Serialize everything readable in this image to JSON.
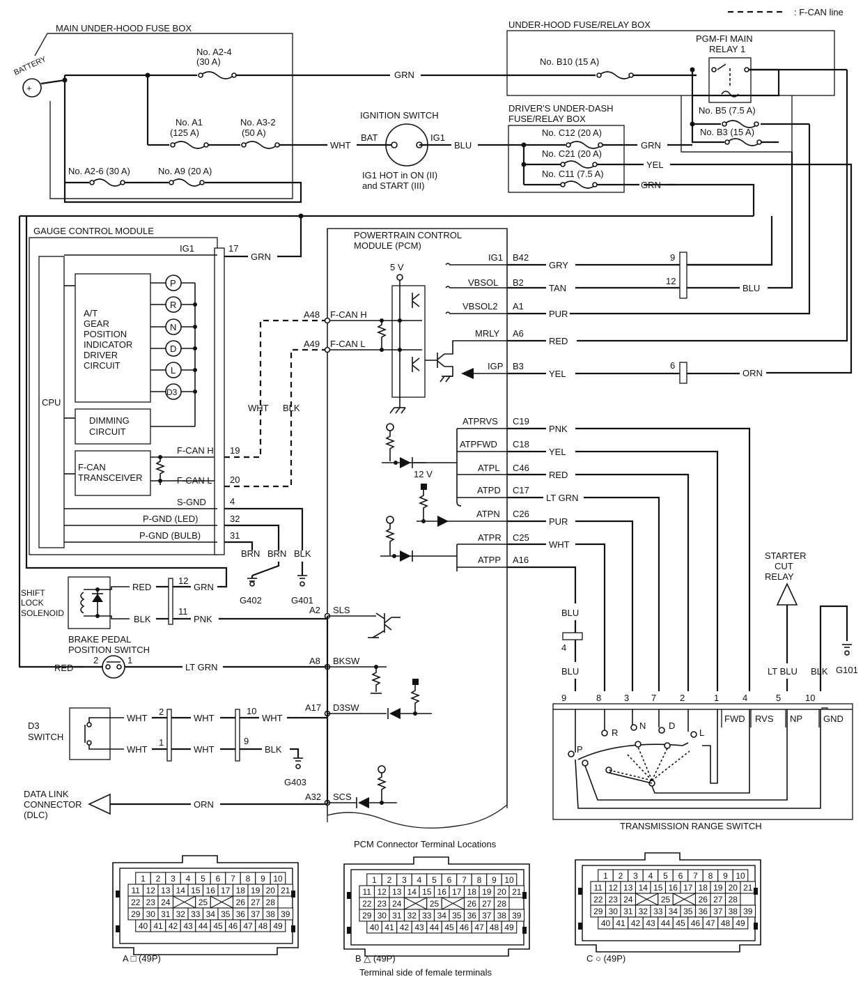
{
  "legend": {
    "line_sample": "- - - - - -",
    "text": ": F-CAN line"
  },
  "main_fuse_box": {
    "title": "MAIN UNDER-HOOD FUSE BOX",
    "battery": "BATTERY",
    "fuse_a2_4": [
      "No. A2-4",
      "(30 A)"
    ],
    "fuse_a1": [
      "No. A1",
      "(125 A)"
    ],
    "fuse_a3_2": [
      "No. A3-2",
      "(50 A)"
    ],
    "fuse_a2_6": "No. A2-6 (30 A)",
    "fuse_a9": "No. A9 (20 A)"
  },
  "ignition": {
    "title": "IGNITION SWITCH",
    "bat": "BAT",
    "ig1": "IG1",
    "note": [
      "IG1 HOT in ON (II)",
      "and START (III)"
    ]
  },
  "under_hood_relay_box": {
    "title": "UNDER-HOOD FUSE/RELAY BOX",
    "relay": [
      "PGM-FI MAIN",
      "RELAY 1"
    ],
    "fuse_b10": "No. B10 (15 A)",
    "fuse_b5": "No. B5 (7.5 A)",
    "fuse_b3": "No. B3 (15 A)"
  },
  "under_dash_box": {
    "title": [
      "DRIVER'S UNDER-DASH",
      "FUSE/RELAY BOX"
    ],
    "fuse_c12": "No. C12 (20 A)",
    "fuse_c21": "No. C21 (20 A)",
    "fuse_c11": "No. C11 (7.5 A)"
  },
  "wire_colors": {
    "grn": "GRN",
    "wht": "WHT",
    "blu": "BLU",
    "yel": "YEL",
    "gry": "GRY",
    "tan": "TAN",
    "pur": "PUR",
    "red": "RED",
    "orn": "ORN",
    "pnk": "PNK",
    "lt_grn": "LT GRN",
    "blk": "BLK",
    "brn": "BRN",
    "lt_blu": "LT BLU"
  },
  "gauge": {
    "title": "GAUGE CONTROL MODULE",
    "cpu": "CPU",
    "indicator": [
      "A/T",
      "GEAR",
      "POSITION",
      "INDICATOR",
      "DRIVER",
      "CIRCUIT"
    ],
    "positions": [
      "P",
      "R",
      "N",
      "D",
      "L",
      "D3"
    ],
    "dimming": [
      "DIMMING",
      "CIRCUIT"
    ],
    "transceiver": [
      "F-CAN",
      "TRANSCEIVER"
    ],
    "pins": [
      {
        "name": "IG1",
        "num": "17"
      },
      {
        "name": "F-CAN H",
        "num": "19"
      },
      {
        "name": "F-CAN L",
        "num": "20"
      },
      {
        "name": "S-GND",
        "num": "4"
      },
      {
        "name": "P-GND (LED)",
        "num": "32"
      },
      {
        "name": "P-GND (BULB)",
        "num": "31"
      }
    ]
  },
  "pcm": {
    "title": [
      "POWERTRAIN CONTROL",
      "MODULE (PCM)"
    ],
    "v5": "5 V",
    "v12": "12 V",
    "can_pins": [
      {
        "pin": "A48",
        "name": "F-CAN H"
      },
      {
        "pin": "A49",
        "name": "F-CAN L"
      }
    ],
    "right_pins": [
      {
        "name": "IG1",
        "pin": "B42",
        "wire": "GRY"
      },
      {
        "name": "VBSOL",
        "pin": "B2",
        "wire": "TAN"
      },
      {
        "name": "VBSOL2",
        "pin": "A1",
        "wire": "PUR"
      },
      {
        "name": "MRLY",
        "pin": "A6",
        "wire": "RED"
      },
      {
        "name": "IGP",
        "pin": "B3",
        "wire": "YEL"
      },
      {
        "name": "ATPRVS",
        "pin": "C19",
        "wire": "PNK"
      },
      {
        "name": "ATPFWD",
        "pin": "C18",
        "wire": "YEL"
      },
      {
        "name": "ATPL",
        "pin": "C46",
        "wire": "RED"
      },
      {
        "name": "ATPD",
        "pin": "C17",
        "wire": "LT GRN"
      },
      {
        "name": "ATPN",
        "pin": "C26",
        "wire": "PUR"
      },
      {
        "name": "ATPR",
        "pin": "C25",
        "wire": "WHT"
      },
      {
        "name": "ATPP",
        "pin": "A16",
        "wire": ""
      }
    ],
    "left_pins": [
      {
        "pin": "A2",
        "name": "SLS"
      },
      {
        "pin": "A8",
        "name": "BKSW"
      },
      {
        "pin": "A17",
        "name": "D3SW"
      },
      {
        "pin": "A32",
        "name": "SCS"
      }
    ]
  },
  "joints": {
    "j9": "9",
    "j12": "12",
    "j6": "6",
    "j4": "4",
    "j10": "10",
    "j2": "2",
    "j1": "1",
    "j11": "11"
  },
  "grounds": {
    "g402": "G402",
    "g401": "G401",
    "g403": "G403",
    "g101": "G101"
  },
  "shift_lock": {
    "label": [
      "SHIFT",
      "LOCK",
      "SOLENOID"
    ]
  },
  "brake_switch": {
    "label": [
      "BRAKE PEDAL",
      "POSITION SWITCH"
    ],
    "pin2": "2",
    "pin1": "1"
  },
  "d3_switch": {
    "label": [
      "D3",
      "SWITCH"
    ]
  },
  "dlc": {
    "label": [
      "DATA LINK",
      "CONNECTOR",
      "(DLC)"
    ]
  },
  "starter": {
    "label": [
      "STARTER",
      "CUT",
      "RELAY"
    ]
  },
  "trs": {
    "title": "TRANSMISSION RANGE SWITCH",
    "pin_nums": [
      "9",
      "8",
      "3",
      "7",
      "2",
      "1",
      "4",
      "5",
      "10"
    ],
    "contacts": [
      "FWD",
      "RVS",
      "NP",
      "GND"
    ],
    "positions": [
      "P",
      "R",
      "N",
      "D",
      "L"
    ]
  },
  "connectors": {
    "title": "PCM Connector Terminal Locations",
    "footer": "Terminal side of female terminals",
    "labels": [
      "A □ (49P)",
      "B △ (49P)",
      "C ○ (49P)"
    ],
    "rows": [
      [
        "1",
        "2",
        "3",
        "4",
        "5",
        "6",
        "7",
        "8",
        "9",
        "10"
      ],
      [
        "11",
        "12",
        "13",
        "14",
        "15",
        "16",
        "17",
        "18",
        "19",
        "20",
        "21"
      ],
      [
        "22",
        "23",
        "24",
        "X",
        "25",
        "X",
        "26",
        "27",
        "28"
      ],
      [
        "29",
        "30",
        "31",
        "32",
        "33",
        "34",
        "35",
        "36",
        "37",
        "38",
        "39"
      ],
      [
        "40",
        "41",
        "42",
        "43",
        "44",
        "45",
        "46",
        "47",
        "48",
        "49"
      ]
    ]
  }
}
